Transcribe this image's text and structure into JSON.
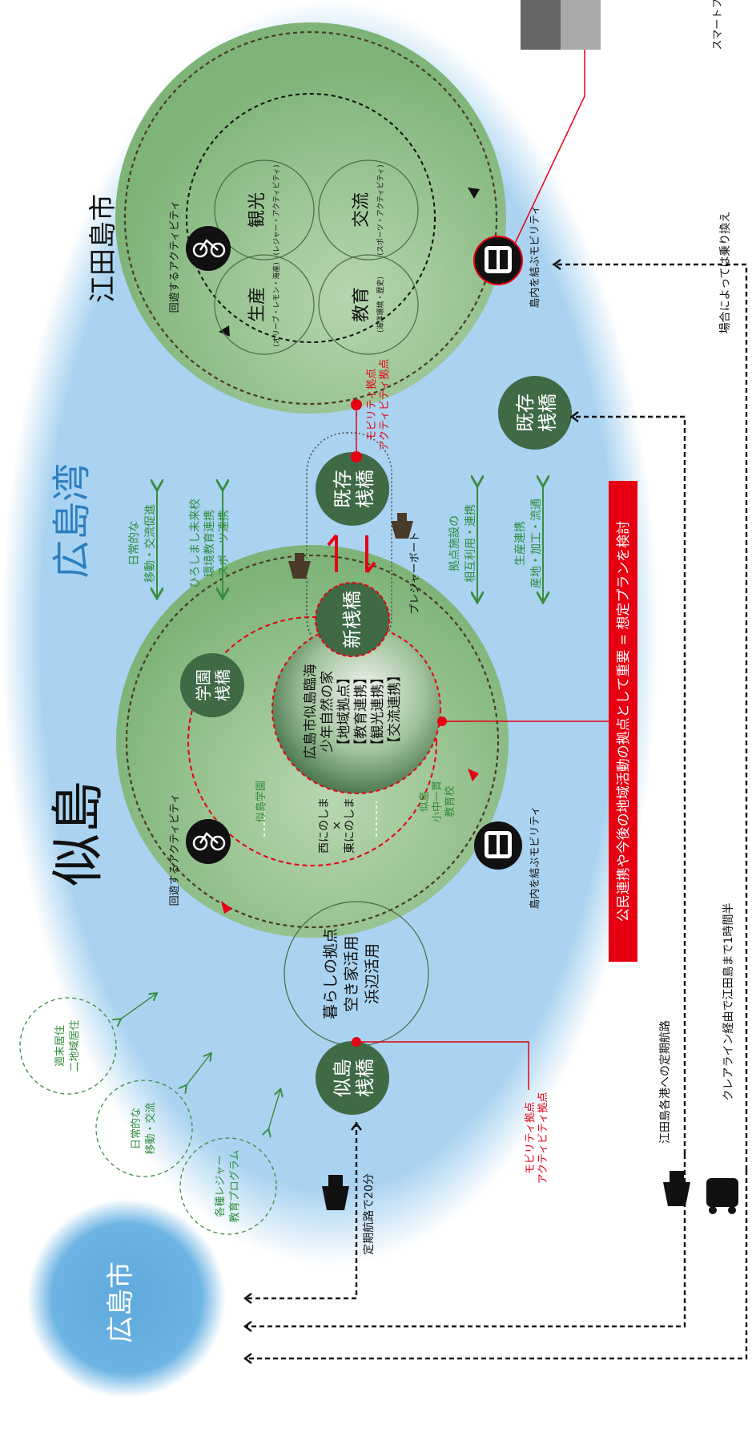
{
  "regions": {
    "bay": "広島湾",
    "niho": "似島",
    "etajima": "江田島市",
    "hiroshima": "広島市"
  },
  "piers": {
    "niho_pier": "似島\n桟橋",
    "gakuen_pier": "学園\n桟橋",
    "new_pier": "新桟橋",
    "existing_pier_center": "既存\n桟橋",
    "existing_pier_etajima": "既存\n桟橋"
  },
  "niho": {
    "label_activity": "回遊するアクティビティ",
    "label_mobility": "島内を結ぶモビリティ",
    "hub_lines": [
      "暮らしの拠点",
      "空き家活用",
      "浜辺活用"
    ],
    "center_label": "西にのしま\n×\n東にのしま",
    "school_gakuen": "似島学園",
    "school_integrated": "似島\n小中一貫\n教育校",
    "facility_lines": [
      "広島市似島臨海",
      "少年自然の家",
      "【地域拠点】",
      "【教育連携】",
      "【観光連携】",
      "【交流連携】"
    ]
  },
  "etajima": {
    "label_activity": "回遊するアクティビティ",
    "label_mobility": "島内を結ぶモビリティ",
    "categories": [
      {
        "name": "観光",
        "sub": "(レジャー・アクティビティ)"
      },
      {
        "name": "交流",
        "sub": "(スポーツ・アクティビティ)"
      },
      {
        "name": "生産",
        "sub": "(オリーブ・レモン・海産)"
      },
      {
        "name": "教育",
        "sub": "(海洋環境・歴史)"
      }
    ]
  },
  "links": {
    "daily": "日常的な\n移動・交流促進",
    "school": "ひろしまし未来校\n環境教育連携\nスポーツ連携",
    "base": "拠点施設の\n相互利用・連携",
    "production": "生産連携\n産地・加工・流通",
    "pleasure_boat": "プレジャーボート"
  },
  "callouts": {
    "mobility_center": "モビリティ拠点\nアクティビティ拠点",
    "mobility_bottom": "モビリティ拠点\nアクティビティ拠点",
    "banner": "公民連携や今後の地域活動の拠点として重要 = 想定プランを検討",
    "smart": "スマートフ"
  },
  "bubbles": [
    "週末居住\n二地域居住",
    "日常的な\n移動・交流",
    "各種レジャー\n教育プログラム"
  ],
  "routes": {
    "ferry_20": "定期航路で20分",
    "etajima_ferry": "江田島各港への定期航路",
    "clearline": "クレアライン経由で江田島まで1時間半",
    "transfer": "場合によっては乗り換え"
  },
  "colors": {
    "sea": "#a9d3f0",
    "land": "#8cbf85",
    "pier": "#3f6a45",
    "red": "#e60012",
    "green_text": "#2f8b3a",
    "hiroshima": "#6cb4e4"
  }
}
